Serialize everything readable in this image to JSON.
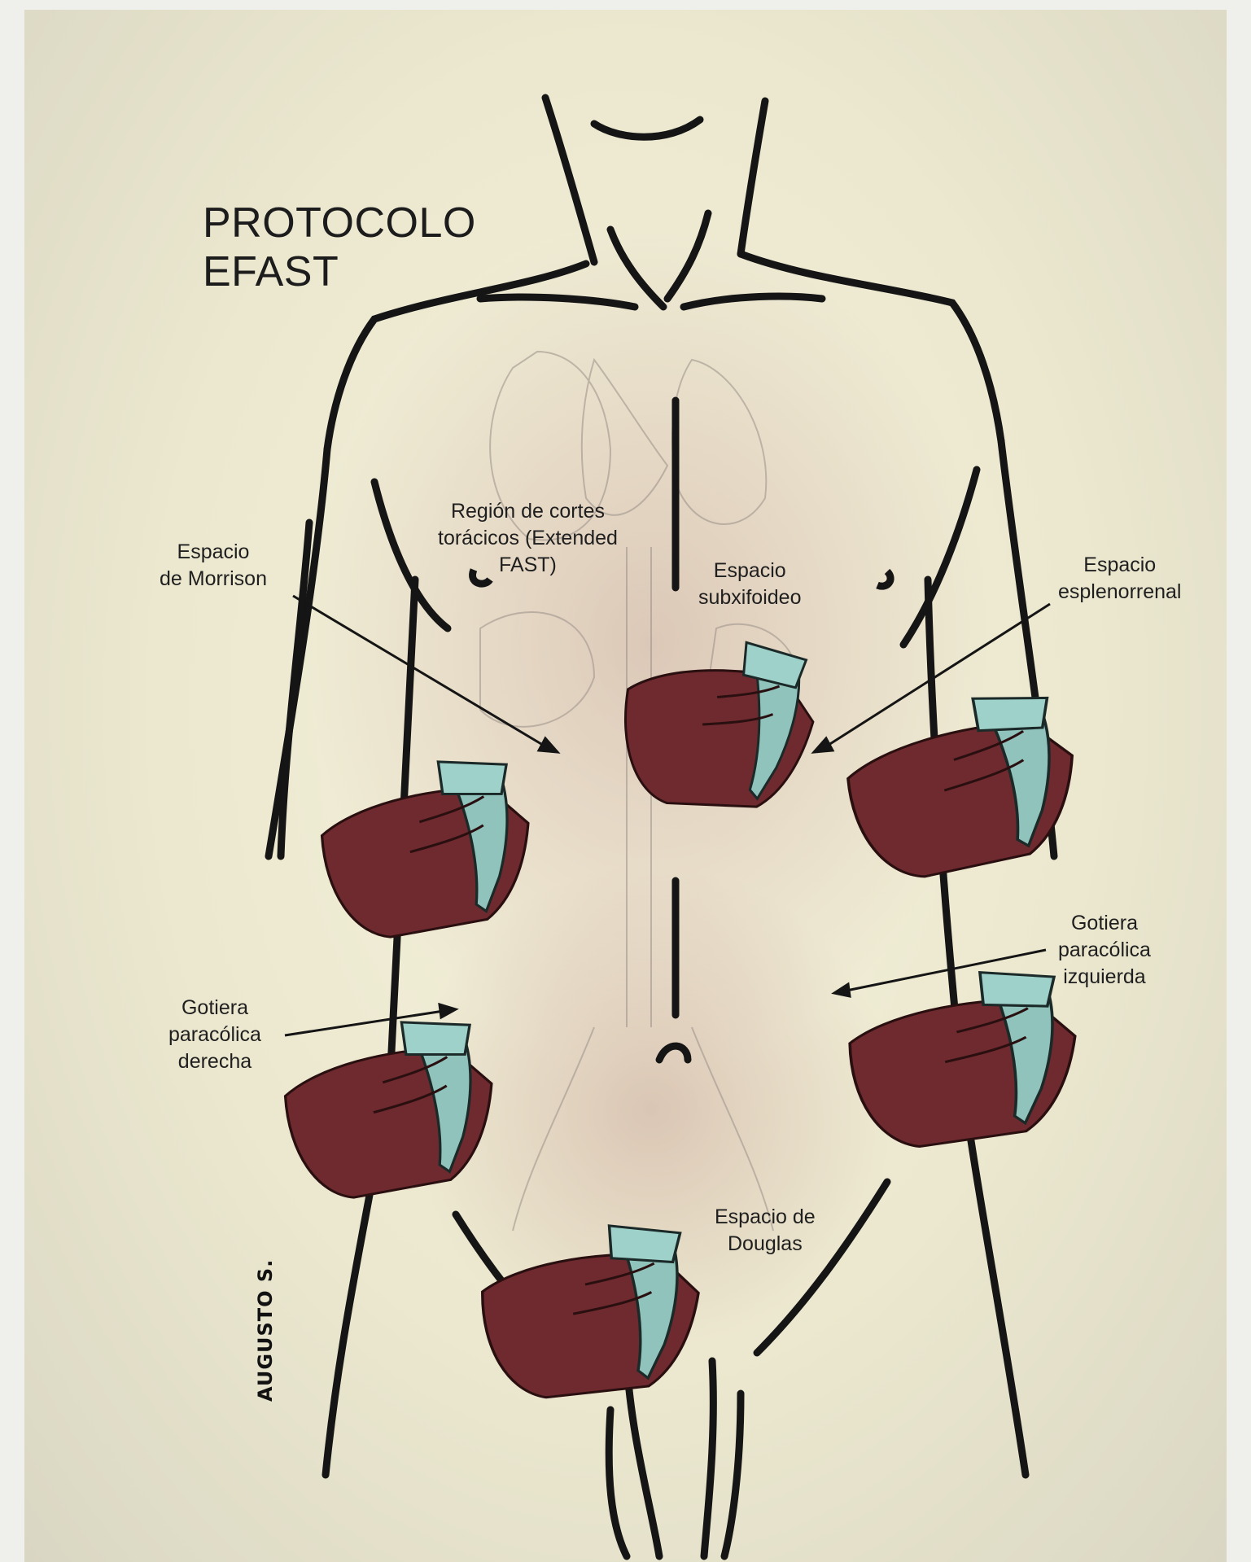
{
  "title": {
    "line1": "PROTOCOLO",
    "line2": "EFAST"
  },
  "labels": {
    "thoracic": [
      "Región de cortes",
      "torácicos (Extended",
      "FAST)"
    ],
    "morrison": [
      "Espacio",
      "de Morrison"
    ],
    "subxiphoid": [
      "Espacio",
      "subxifoideo"
    ],
    "splenorenal": [
      "Espacio",
      "esplenorrenal"
    ],
    "right_gutter": [
      "Gotiera",
      "paracólica",
      "derecha"
    ],
    "left_gutter": [
      "Gotiera",
      "paracólica",
      "izquierda"
    ],
    "douglas": [
      "Espacio de",
      "Douglas"
    ]
  },
  "signature": "AUGUSTO S.",
  "colors": {
    "background": "#efeacf",
    "outline": "#151515",
    "glove": "#6e2a2e",
    "probe": "#8fc3bb",
    "organ_tint": "#c9a79a"
  },
  "probe_icons": [
    "ultrasound-probe-icon"
  ]
}
